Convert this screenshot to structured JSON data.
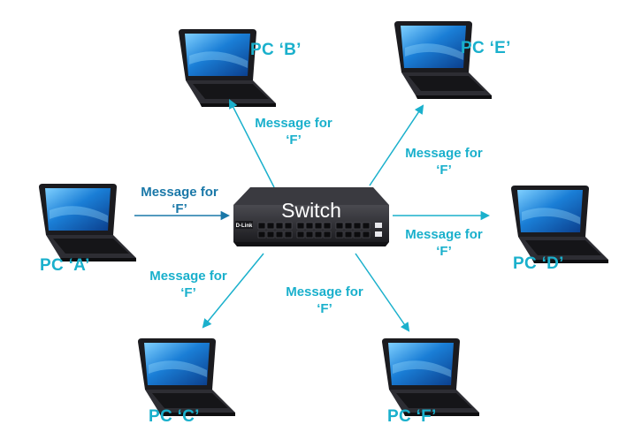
{
  "switch": {
    "label": "Switch",
    "brand": "D-Link"
  },
  "pcs": {
    "a": "PC ‘A’",
    "b": "PC ‘B’",
    "c": "PC ‘C’",
    "d": "PC ‘D’",
    "e": "PC ‘E’",
    "f": "PC ‘F’"
  },
  "messages": {
    "from_a": {
      "line1": "Message for",
      "line2": "‘F’"
    },
    "to_b": {
      "line1": "Message for",
      "line2": "‘F’"
    },
    "to_e": {
      "line1": "Message for",
      "line2": "‘F’"
    },
    "to_d": {
      "line1": "Message for",
      "line2": "‘F’"
    },
    "to_c": {
      "line1": "Message for",
      "line2": "‘F’"
    },
    "to_f": {
      "line1": "Message for",
      "line2": "‘F’"
    }
  },
  "colors": {
    "accent": "#1ab0cc",
    "inbound_arrow": "#1a78a8",
    "switch_body": "#2a2a2e"
  }
}
